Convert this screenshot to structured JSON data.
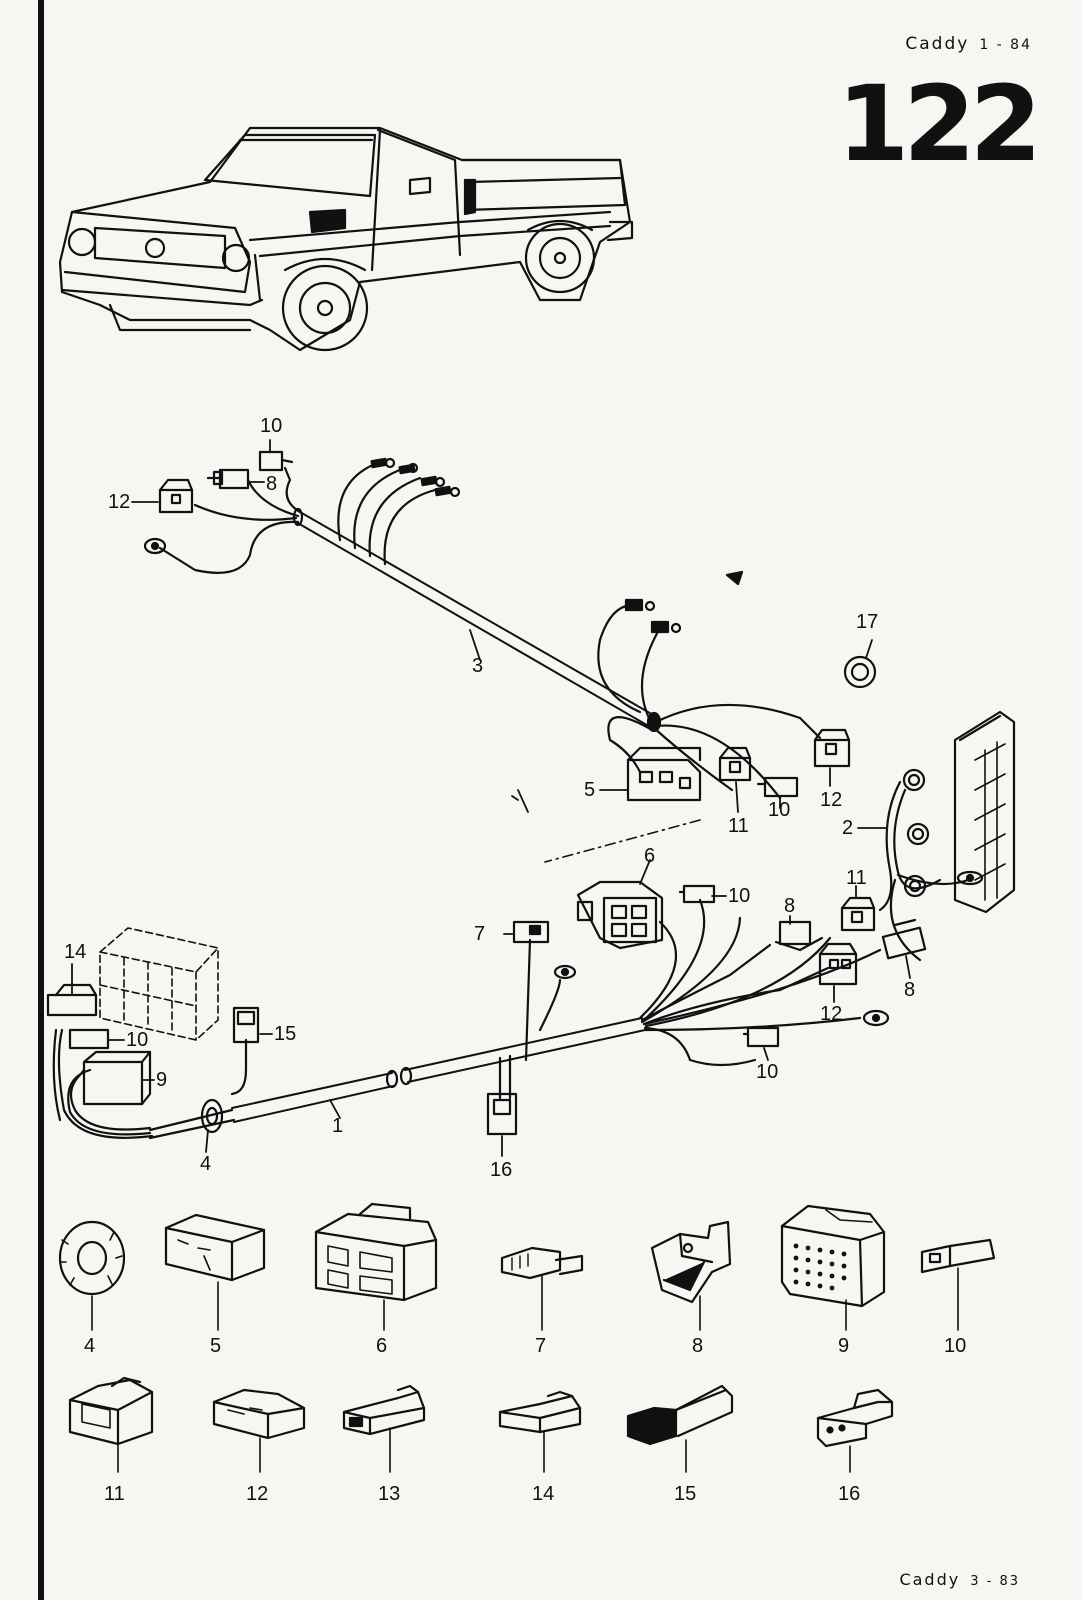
{
  "header": {
    "model": "Caddy",
    "edition": "1 - 84",
    "page_number": "122"
  },
  "footer": {
    "model": "Caddy",
    "edition": "3 - 83"
  },
  "diagram": {
    "callouts": [
      "1",
      "2",
      "3",
      "4",
      "5",
      "6",
      "7",
      "8",
      "9",
      "10",
      "11",
      "12",
      "14",
      "15",
      "16",
      "17"
    ],
    "parts_legend": [
      "4",
      "5",
      "6",
      "7",
      "8",
      "9",
      "10",
      "11",
      "12",
      "13",
      "14",
      "15",
      "16"
    ]
  }
}
